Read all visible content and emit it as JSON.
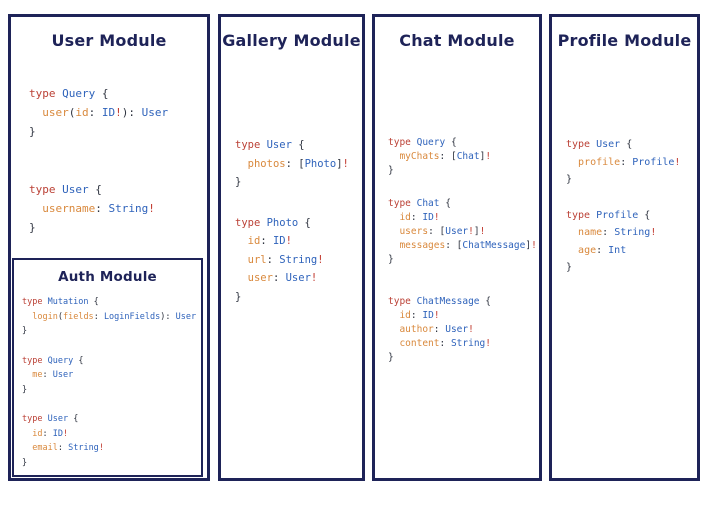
{
  "colors": {
    "navy": "#1e2358",
    "kw": "#bb4136",
    "typ": "#2f63bb",
    "fld": "#d9893d",
    "pun": "#2f3440",
    "bang": "#c23b30"
  },
  "panels": [
    {
      "title": "User Module",
      "blocks": [
        {
          "lines": [
            [
              [
                "type ",
                "kw"
              ],
              [
                "Query ",
                "typ"
              ],
              [
                "{",
                "pun"
              ]
            ],
            [
              [
                "  ",
                "pun"
              ],
              [
                "user",
                "fld"
              ],
              [
                "(",
                "pun"
              ],
              [
                "id",
                "fld"
              ],
              [
                ": ",
                "pun"
              ],
              [
                "ID",
                "typ"
              ],
              [
                "!",
                "bang"
              ],
              [
                "): ",
                "pun"
              ],
              [
                "User",
                "typ"
              ]
            ],
            [
              [
                "}",
                "pun"
              ]
            ]
          ]
        },
        {
          "lines": [
            [
              [
                "type ",
                "kw"
              ],
              [
                "User ",
                "typ"
              ],
              [
                "{",
                "pun"
              ]
            ],
            [
              [
                "  ",
                "pun"
              ],
              [
                "username",
                "fld"
              ],
              [
                ": ",
                "pun"
              ],
              [
                "String",
                "typ"
              ],
              [
                "!",
                "bang"
              ]
            ],
            [
              [
                "}",
                "pun"
              ]
            ]
          ]
        }
      ],
      "sub_module": {
        "title": "Auth Module",
        "blocks": [
          {
            "lines": [
              [
                [
                  "type ",
                  "kw"
                ],
                [
                  "Mutation ",
                  "typ"
                ],
                [
                  "{",
                  "pun"
                ]
              ],
              [
                [
                  "  ",
                  "pun"
                ],
                [
                  "login",
                  "fld"
                ],
                [
                  "(",
                  "pun"
                ],
                [
                  "fields",
                  "fld"
                ],
                [
                  ": ",
                  "pun"
                ],
                [
                  "LoginFields",
                  "typ"
                ],
                [
                  "): ",
                  "pun"
                ],
                [
                  "User",
                  "typ"
                ]
              ],
              [
                [
                  "}",
                  "pun"
                ]
              ]
            ]
          },
          {
            "lines": [
              [
                [
                  "type ",
                  "kw"
                ],
                [
                  "Query ",
                  "typ"
                ],
                [
                  "{",
                  "pun"
                ]
              ],
              [
                [
                  "  ",
                  "pun"
                ],
                [
                  "me",
                  "fld"
                ],
                [
                  ": ",
                  "pun"
                ],
                [
                  "User",
                  "typ"
                ]
              ],
              [
                [
                  "}",
                  "pun"
                ]
              ]
            ]
          },
          {
            "lines": [
              [
                [
                  "type ",
                  "kw"
                ],
                [
                  "User ",
                  "typ"
                ],
                [
                  "{",
                  "pun"
                ]
              ],
              [
                [
                  "  ",
                  "pun"
                ],
                [
                  "id",
                  "fld"
                ],
                [
                  ": ",
                  "pun"
                ],
                [
                  "ID",
                  "typ"
                ],
                [
                  "!",
                  "bang"
                ]
              ],
              [
                [
                  "  ",
                  "pun"
                ],
                [
                  "email",
                  "fld"
                ],
                [
                  ": ",
                  "pun"
                ],
                [
                  "String",
                  "typ"
                ],
                [
                  "!",
                  "bang"
                ]
              ],
              [
                [
                  "}",
                  "pun"
                ]
              ]
            ]
          }
        ]
      }
    },
    {
      "title": "Gallery Module",
      "blocks": [
        {
          "lines": [
            [
              [
                "type ",
                "kw"
              ],
              [
                "User ",
                "typ"
              ],
              [
                "{",
                "pun"
              ]
            ],
            [
              [
                "  ",
                "pun"
              ],
              [
                "photos",
                "fld"
              ],
              [
                ": ",
                "pun"
              ],
              [
                "[",
                "pun"
              ],
              [
                "Photo",
                "typ"
              ],
              [
                "]",
                "pun"
              ],
              [
                "!",
                "bang"
              ]
            ],
            [
              [
                "}",
                "pun"
              ]
            ]
          ]
        },
        {
          "lines": [
            [
              [
                "type ",
                "kw"
              ],
              [
                "Photo ",
                "typ"
              ],
              [
                "{",
                "pun"
              ]
            ],
            [
              [
                "  ",
                "pun"
              ],
              [
                "id",
                "fld"
              ],
              [
                ": ",
                "pun"
              ],
              [
                "ID",
                "typ"
              ],
              [
                "!",
                "bang"
              ]
            ],
            [
              [
                "  ",
                "pun"
              ],
              [
                "url",
                "fld"
              ],
              [
                ": ",
                "pun"
              ],
              [
                "String",
                "typ"
              ],
              [
                "!",
                "bang"
              ]
            ],
            [
              [
                "  ",
                "pun"
              ],
              [
                "user",
                "fld"
              ],
              [
                ": ",
                "pun"
              ],
              [
                "User",
                "typ"
              ],
              [
                "!",
                "bang"
              ]
            ],
            [
              [
                "}",
                "pun"
              ]
            ]
          ]
        }
      ]
    },
    {
      "title": "Chat Module",
      "blocks": [
        {
          "lines": [
            [
              [
                "type ",
                "kw"
              ],
              [
                "Query ",
                "typ"
              ],
              [
                "{",
                "pun"
              ]
            ],
            [
              [
                "  ",
                "pun"
              ],
              [
                "myChats",
                "fld"
              ],
              [
                ": ",
                "pun"
              ],
              [
                "[",
                "pun"
              ],
              [
                "Chat",
                "typ"
              ],
              [
                "]",
                "pun"
              ],
              [
                "!",
                "bang"
              ]
            ],
            [
              [
                "}",
                "pun"
              ]
            ]
          ]
        },
        {
          "lines": [
            [
              [
                "type ",
                "kw"
              ],
              [
                "Chat ",
                "typ"
              ],
              [
                "{",
                "pun"
              ]
            ],
            [
              [
                "  ",
                "pun"
              ],
              [
                "id",
                "fld"
              ],
              [
                ": ",
                "pun"
              ],
              [
                "ID",
                "typ"
              ],
              [
                "!",
                "bang"
              ]
            ],
            [
              [
                "  ",
                "pun"
              ],
              [
                "users",
                "fld"
              ],
              [
                ": ",
                "pun"
              ],
              [
                "[",
                "pun"
              ],
              [
                "User",
                "typ"
              ],
              [
                "!",
                "bang"
              ],
              [
                "]",
                "pun"
              ],
              [
                "!",
                "bang"
              ]
            ],
            [
              [
                "  ",
                "pun"
              ],
              [
                "messages",
                "fld"
              ],
              [
                ": ",
                "pun"
              ],
              [
                "[",
                "pun"
              ],
              [
                "ChatMessage",
                "typ"
              ],
              [
                "]",
                "pun"
              ],
              [
                "!",
                "bang"
              ]
            ],
            [
              [
                "}",
                "pun"
              ]
            ]
          ]
        },
        {
          "lines": [
            [
              [
                "type ",
                "kw"
              ],
              [
                "ChatMessage ",
                "typ"
              ],
              [
                "{",
                "pun"
              ]
            ],
            [
              [
                "  ",
                "pun"
              ],
              [
                "id",
                "fld"
              ],
              [
                ": ",
                "pun"
              ],
              [
                "ID",
                "typ"
              ],
              [
                "!",
                "bang"
              ]
            ],
            [
              [
                "  ",
                "pun"
              ],
              [
                "author",
                "fld"
              ],
              [
                ": ",
                "pun"
              ],
              [
                "User",
                "typ"
              ],
              [
                "!",
                "bang"
              ]
            ],
            [
              [
                "  ",
                "pun"
              ],
              [
                "content",
                "fld"
              ],
              [
                ": ",
                "pun"
              ],
              [
                "String",
                "typ"
              ],
              [
                "!",
                "bang"
              ]
            ],
            [
              [
                "}",
                "pun"
              ]
            ]
          ]
        }
      ]
    },
    {
      "title": "Profile Module",
      "blocks": [
        {
          "lines": [
            [
              [
                "type ",
                "kw"
              ],
              [
                "User ",
                "typ"
              ],
              [
                "{",
                "pun"
              ]
            ],
            [
              [
                "  ",
                "pun"
              ],
              [
                "profile",
                "fld"
              ],
              [
                ": ",
                "pun"
              ],
              [
                "Profile",
                "typ"
              ],
              [
                "!",
                "bang"
              ]
            ],
            [
              [
                "}",
                "pun"
              ]
            ]
          ]
        },
        {
          "lines": [
            [
              [
                "type ",
                "kw"
              ],
              [
                "Profile ",
                "typ"
              ],
              [
                "{",
                "pun"
              ]
            ],
            [
              [
                "  ",
                "pun"
              ],
              [
                "name",
                "fld"
              ],
              [
                ": ",
                "pun"
              ],
              [
                "String",
                "typ"
              ],
              [
                "!",
                "bang"
              ]
            ],
            [
              [
                "  ",
                "pun"
              ],
              [
                "age",
                "fld"
              ],
              [
                ": ",
                "pun"
              ],
              [
                "Int",
                "typ"
              ]
            ],
            [
              [
                "}",
                "pun"
              ]
            ]
          ]
        }
      ]
    }
  ]
}
